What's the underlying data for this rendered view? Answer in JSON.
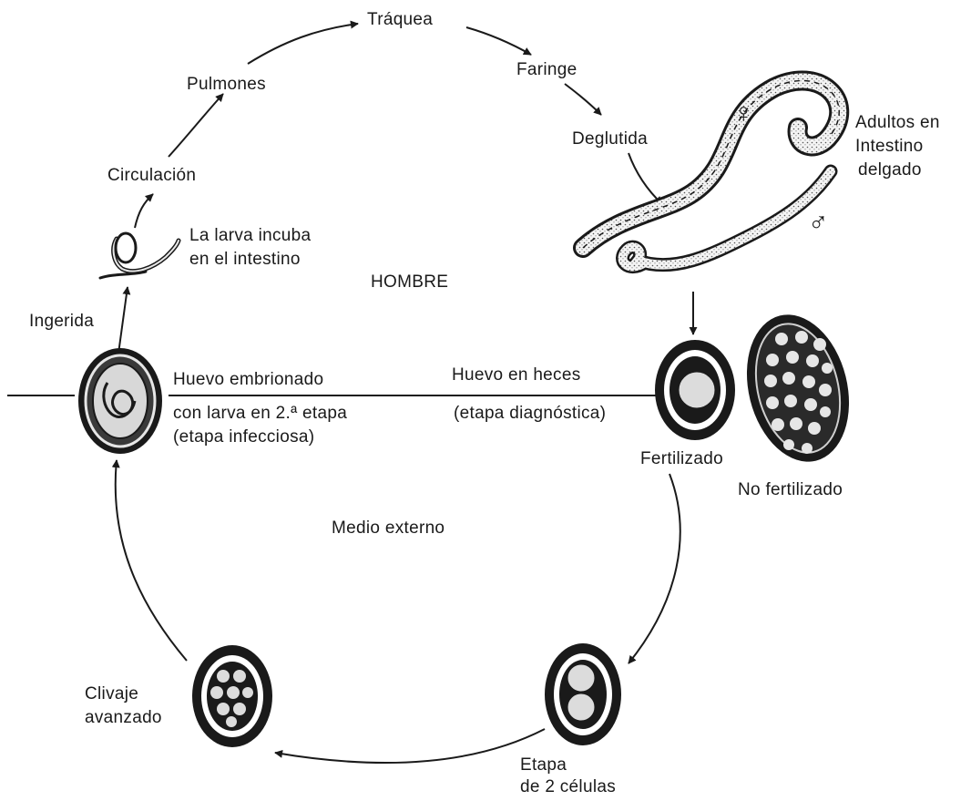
{
  "labels": {
    "traquea": "Tráquea",
    "faringe": "Faringe",
    "pulmones": "Pulmones",
    "deglutida": "Deglutida",
    "adultos_line1": "Adultos en",
    "adultos_line2": "Intestino",
    "adultos_line3": "delgado",
    "circulacion": "Circulación",
    "larva_line1": "La larva incuba",
    "larva_line2": "en el intestino",
    "hombre": "HOMBRE",
    "ingerida": "Ingerida",
    "huevo_embrionado": "Huevo embrionado",
    "con_larva": "con larva en 2.ª etapa",
    "etapa_infecciosa": "(etapa infecciosa)",
    "huevo_heces": "Huevo en heces",
    "etapa_diagnostica": "(etapa diagnóstica)",
    "fertilizado": "Fertilizado",
    "no_fertilizado": "No fertilizado",
    "medio_externo": "Medio externo",
    "clivaje_line1": "Clivaje",
    "clivaje_line2": "avanzado",
    "etapa2_line1": "Etapa",
    "etapa2_line2": "de 2 células"
  },
  "symbols": {
    "female": "♀",
    "male": "♂"
  }
}
